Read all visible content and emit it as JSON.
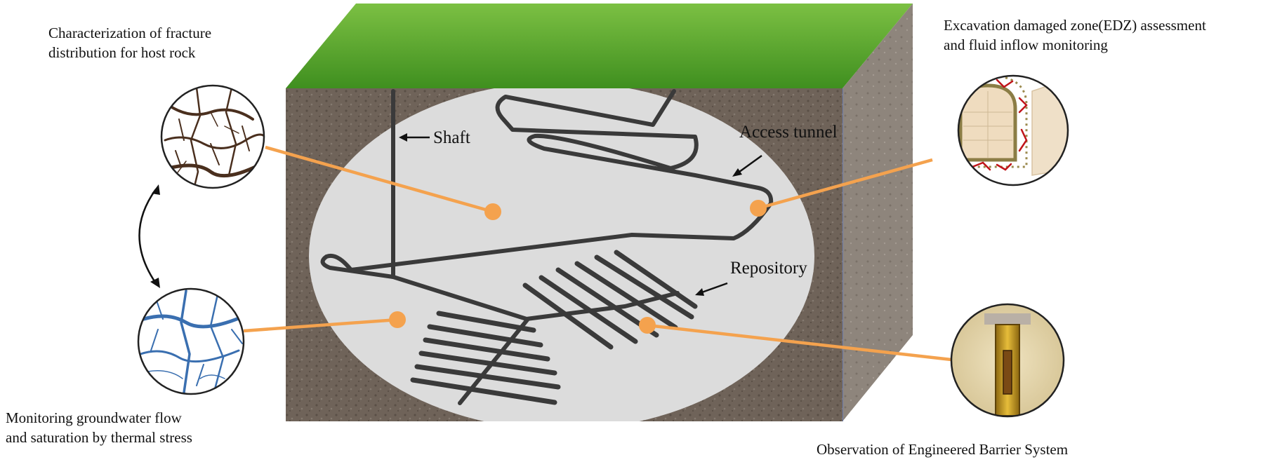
{
  "captions": {
    "fracture_host_rock": [
      "Characterization  of fracture",
      "distribution  for host rock"
    ],
    "edz": [
      "Excavation damaged zone(EDZ)  assessment",
      "and fluid inflow monitoring"
    ],
    "groundwater": [
      "Monitoring  groundwater flow",
      "and saturation by thermal stress"
    ],
    "ebs": "Observation of Engineered  Barrier System"
  },
  "labels": {
    "shaft": "Shaft",
    "access_tunnel": "Access tunnel",
    "repository": "Repository"
  },
  "colors": {
    "grass": "#4fa526",
    "soil_front": "#6f6359",
    "soil_side": "#8e857c",
    "zone": "#dcdcdc",
    "tunnel": "#3a3a3a",
    "connector": "#f4a24e",
    "fracture_dark": "#4a2f1e",
    "fracture_blue": "#3a6fb0",
    "edz_red": "#c0141a",
    "ebs_gold": "#c99a1c"
  }
}
